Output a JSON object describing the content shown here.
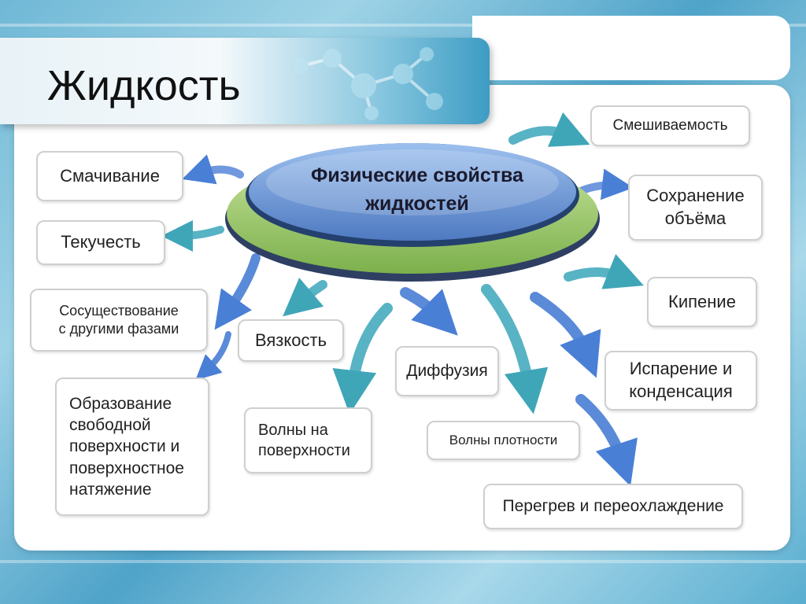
{
  "slide": {
    "title": "Жидкость",
    "center_label": [
      "Физические свойства",
      "жидкостей"
    ]
  },
  "properties": {
    "smachivanie": "Смачивание",
    "tekuchest": "Текучесть",
    "sosush_1": "Сосуществование",
    "sosush_2": "с другими фазами",
    "obraz_1": "Образование",
    "obraz_2": "свободной",
    "obraz_3": "поверхности и",
    "obraz_4": "поверхностное",
    "obraz_5": "натяжение",
    "vyazkost": "Вязкость",
    "volny_pov_1": "Волны на",
    "volny_pov_2": "поверхности",
    "diffuziya": "Диффузия",
    "volny_plot": "Волны плотности",
    "peregrev": "Перегрев и переохлаждение",
    "smeshivaemost": "Смешиваемость",
    "sohr_1": "Сохранение",
    "sohr_2": "объёма",
    "kipenie": "Кипение",
    "isp_1": "Испарение и",
    "isp_2": "конденсация"
  },
  "colors": {
    "ellipse_top": "#5b86c9",
    "ellipse_base": "#8cbf5a",
    "arrow_blue": "#4a7fd6",
    "arrow_teal": "#3fa6b8"
  }
}
